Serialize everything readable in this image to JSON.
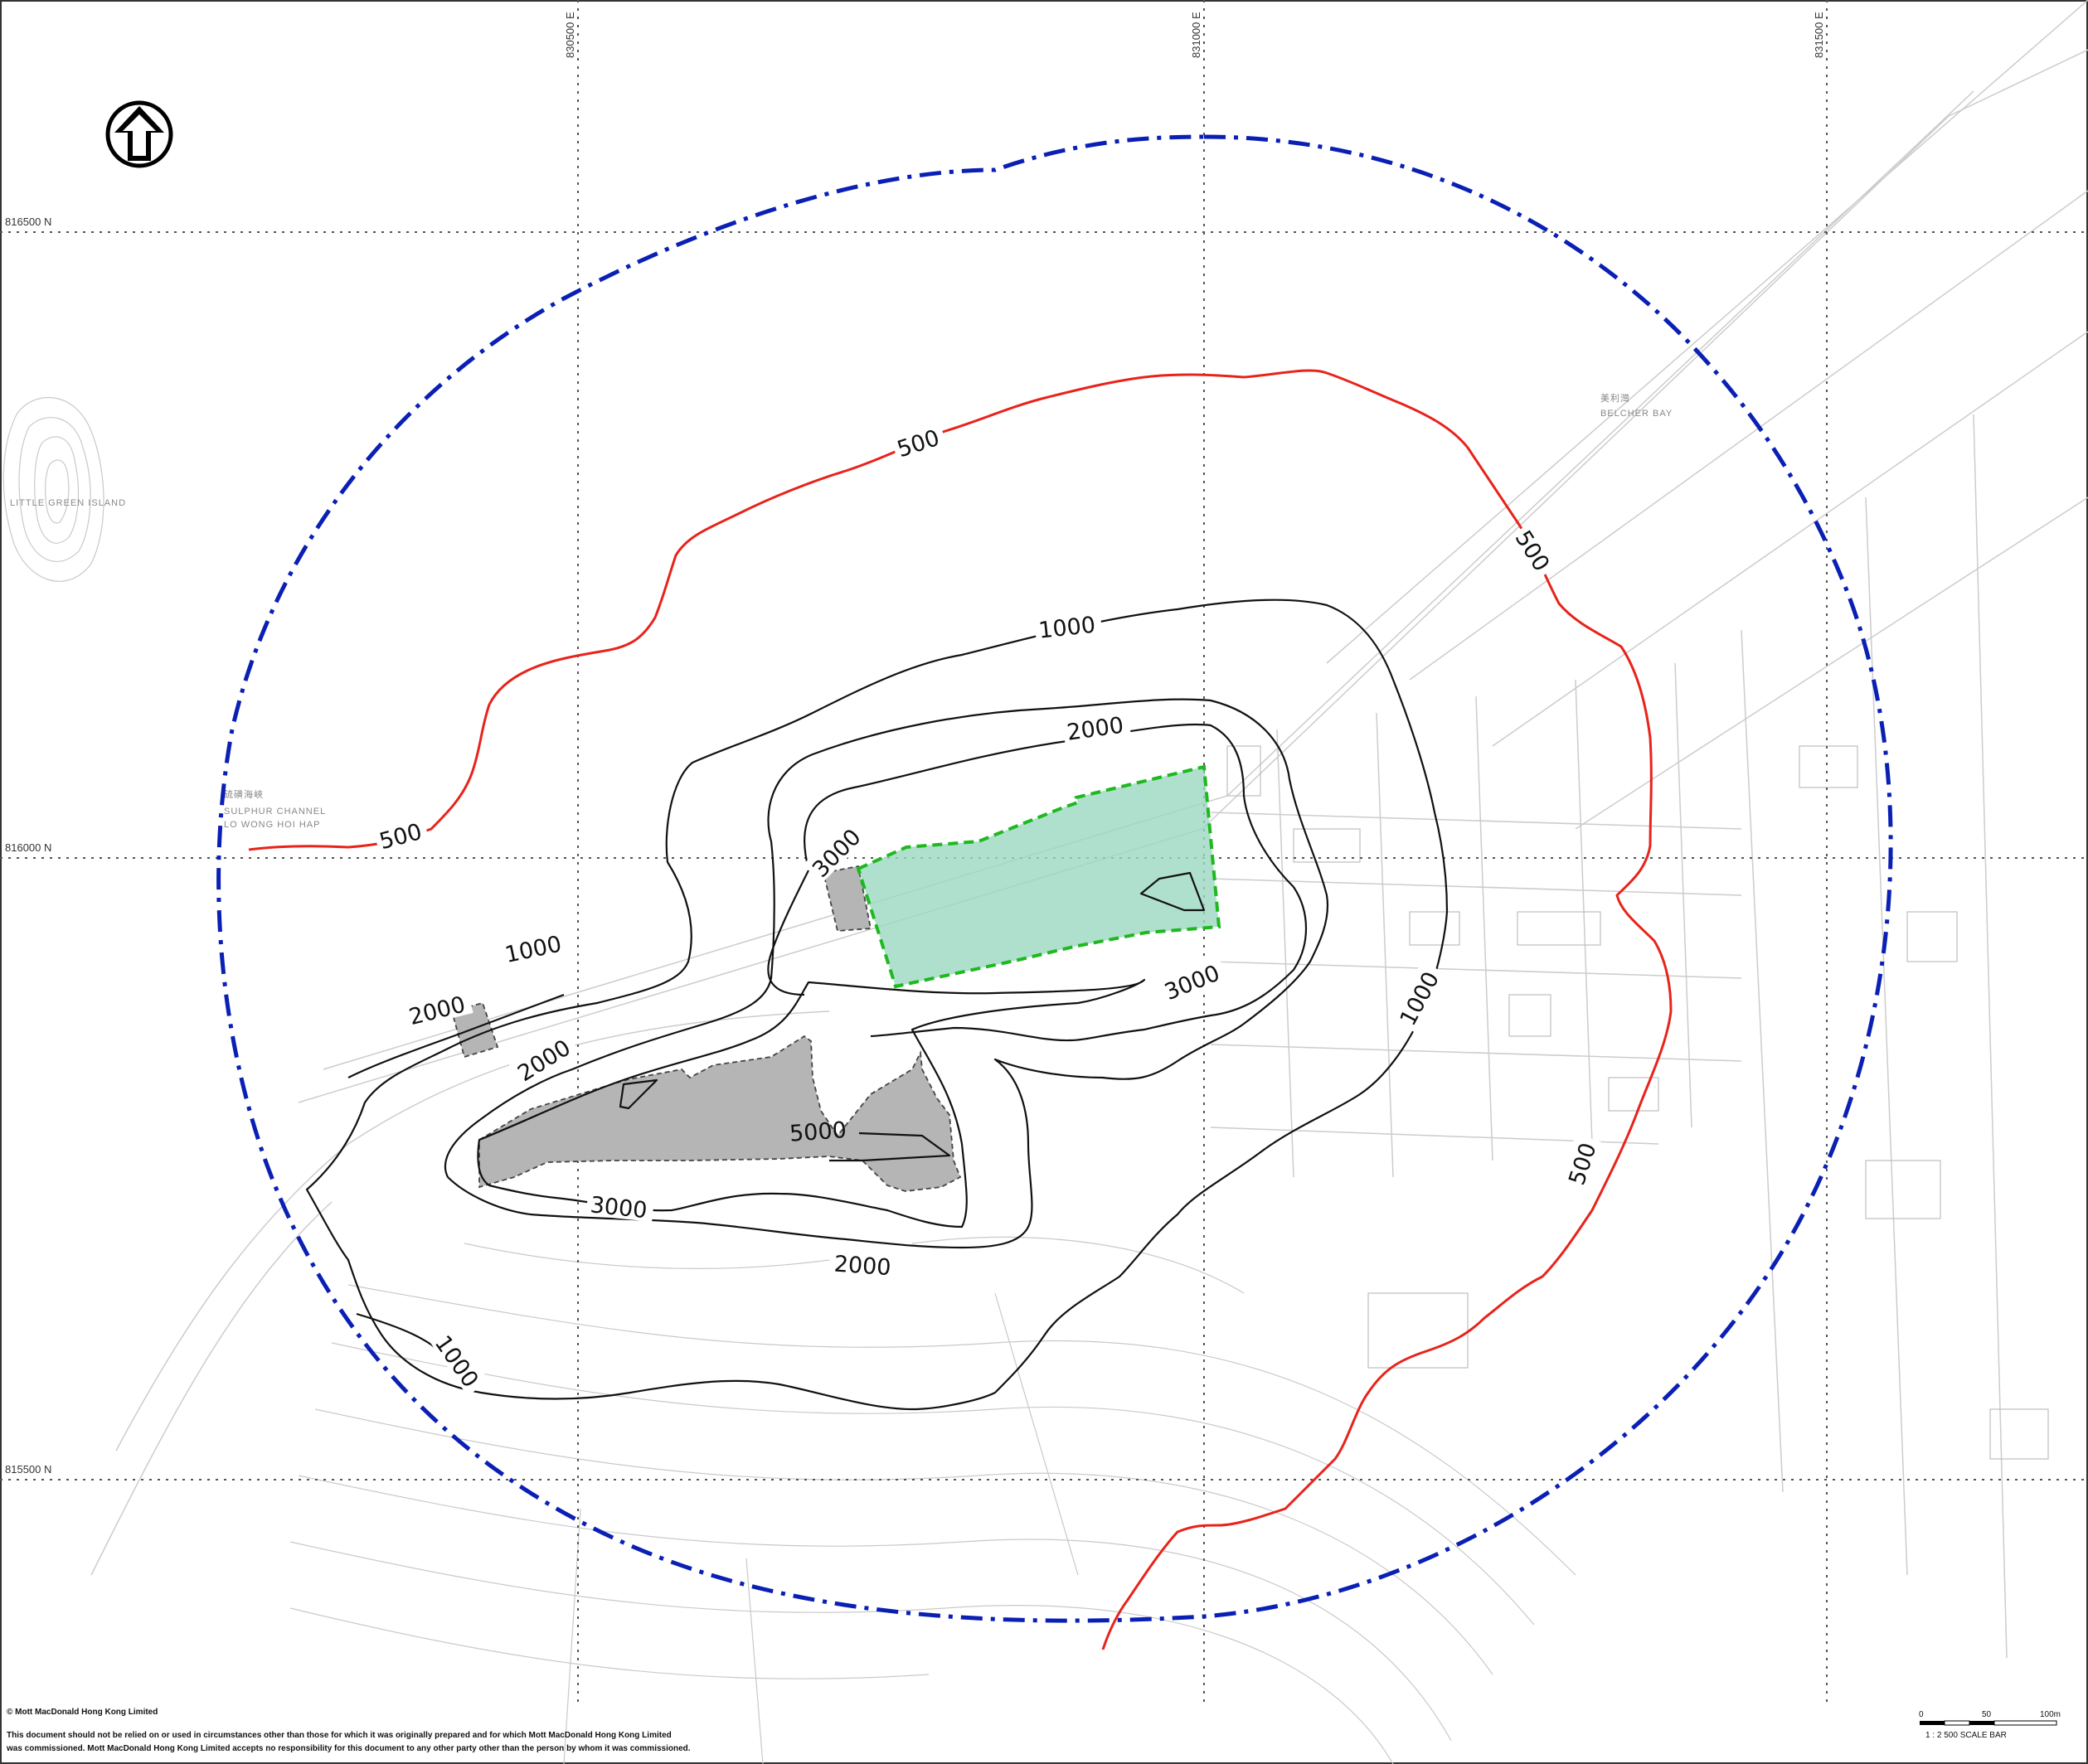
{
  "grid": {
    "eastings": [
      "830500 E",
      "831000 E",
      "831500 E"
    ],
    "northings": [
      "816500 N",
      "816000 N",
      "815500 N"
    ]
  },
  "place_names": {
    "channel_chinese": "硫磺海峽",
    "channel_english": "SULPHUR CHANNEL",
    "channel_romanised": "LO WONG HOI HAP",
    "bay_chinese": "美利灣",
    "bay_english": "BELCHER BAY",
    "island": "LITTLE GREEN ISLAND"
  },
  "contours": {
    "c500_label": "500",
    "c1000_label": "1000",
    "c2000_label": "2000",
    "c3000_label": "3000",
    "c5000_label": "5000"
  },
  "icons": {
    "north_arrow": "north-arrow-icon"
  },
  "colors": {
    "boundary": "#0a1fb4",
    "contour_500": "#e8231b",
    "contour_other": "#111111",
    "site_fill": "#9ad8c1",
    "site_outline": "#1fb81f",
    "grey_area": "#b5b5b5"
  },
  "scale_bar": {
    "tick_0": "0",
    "tick_50": "50",
    "tick_100": "100m",
    "caption": "1 : 2 500   SCALE BAR"
  },
  "footer": {
    "copyright": "© Mott MacDonald Hong Kong Limited",
    "disclaimer_line1": "This document should not be relied on or used in circumstances other than those for which it was originally prepared and for which Mott MacDonald Hong Kong Limited",
    "disclaimer_line2": "was commissioned. Mott MacDonald Hong Kong Limited accepts no responsibility for this document to any other party other than the person by whom it was commissioned."
  }
}
